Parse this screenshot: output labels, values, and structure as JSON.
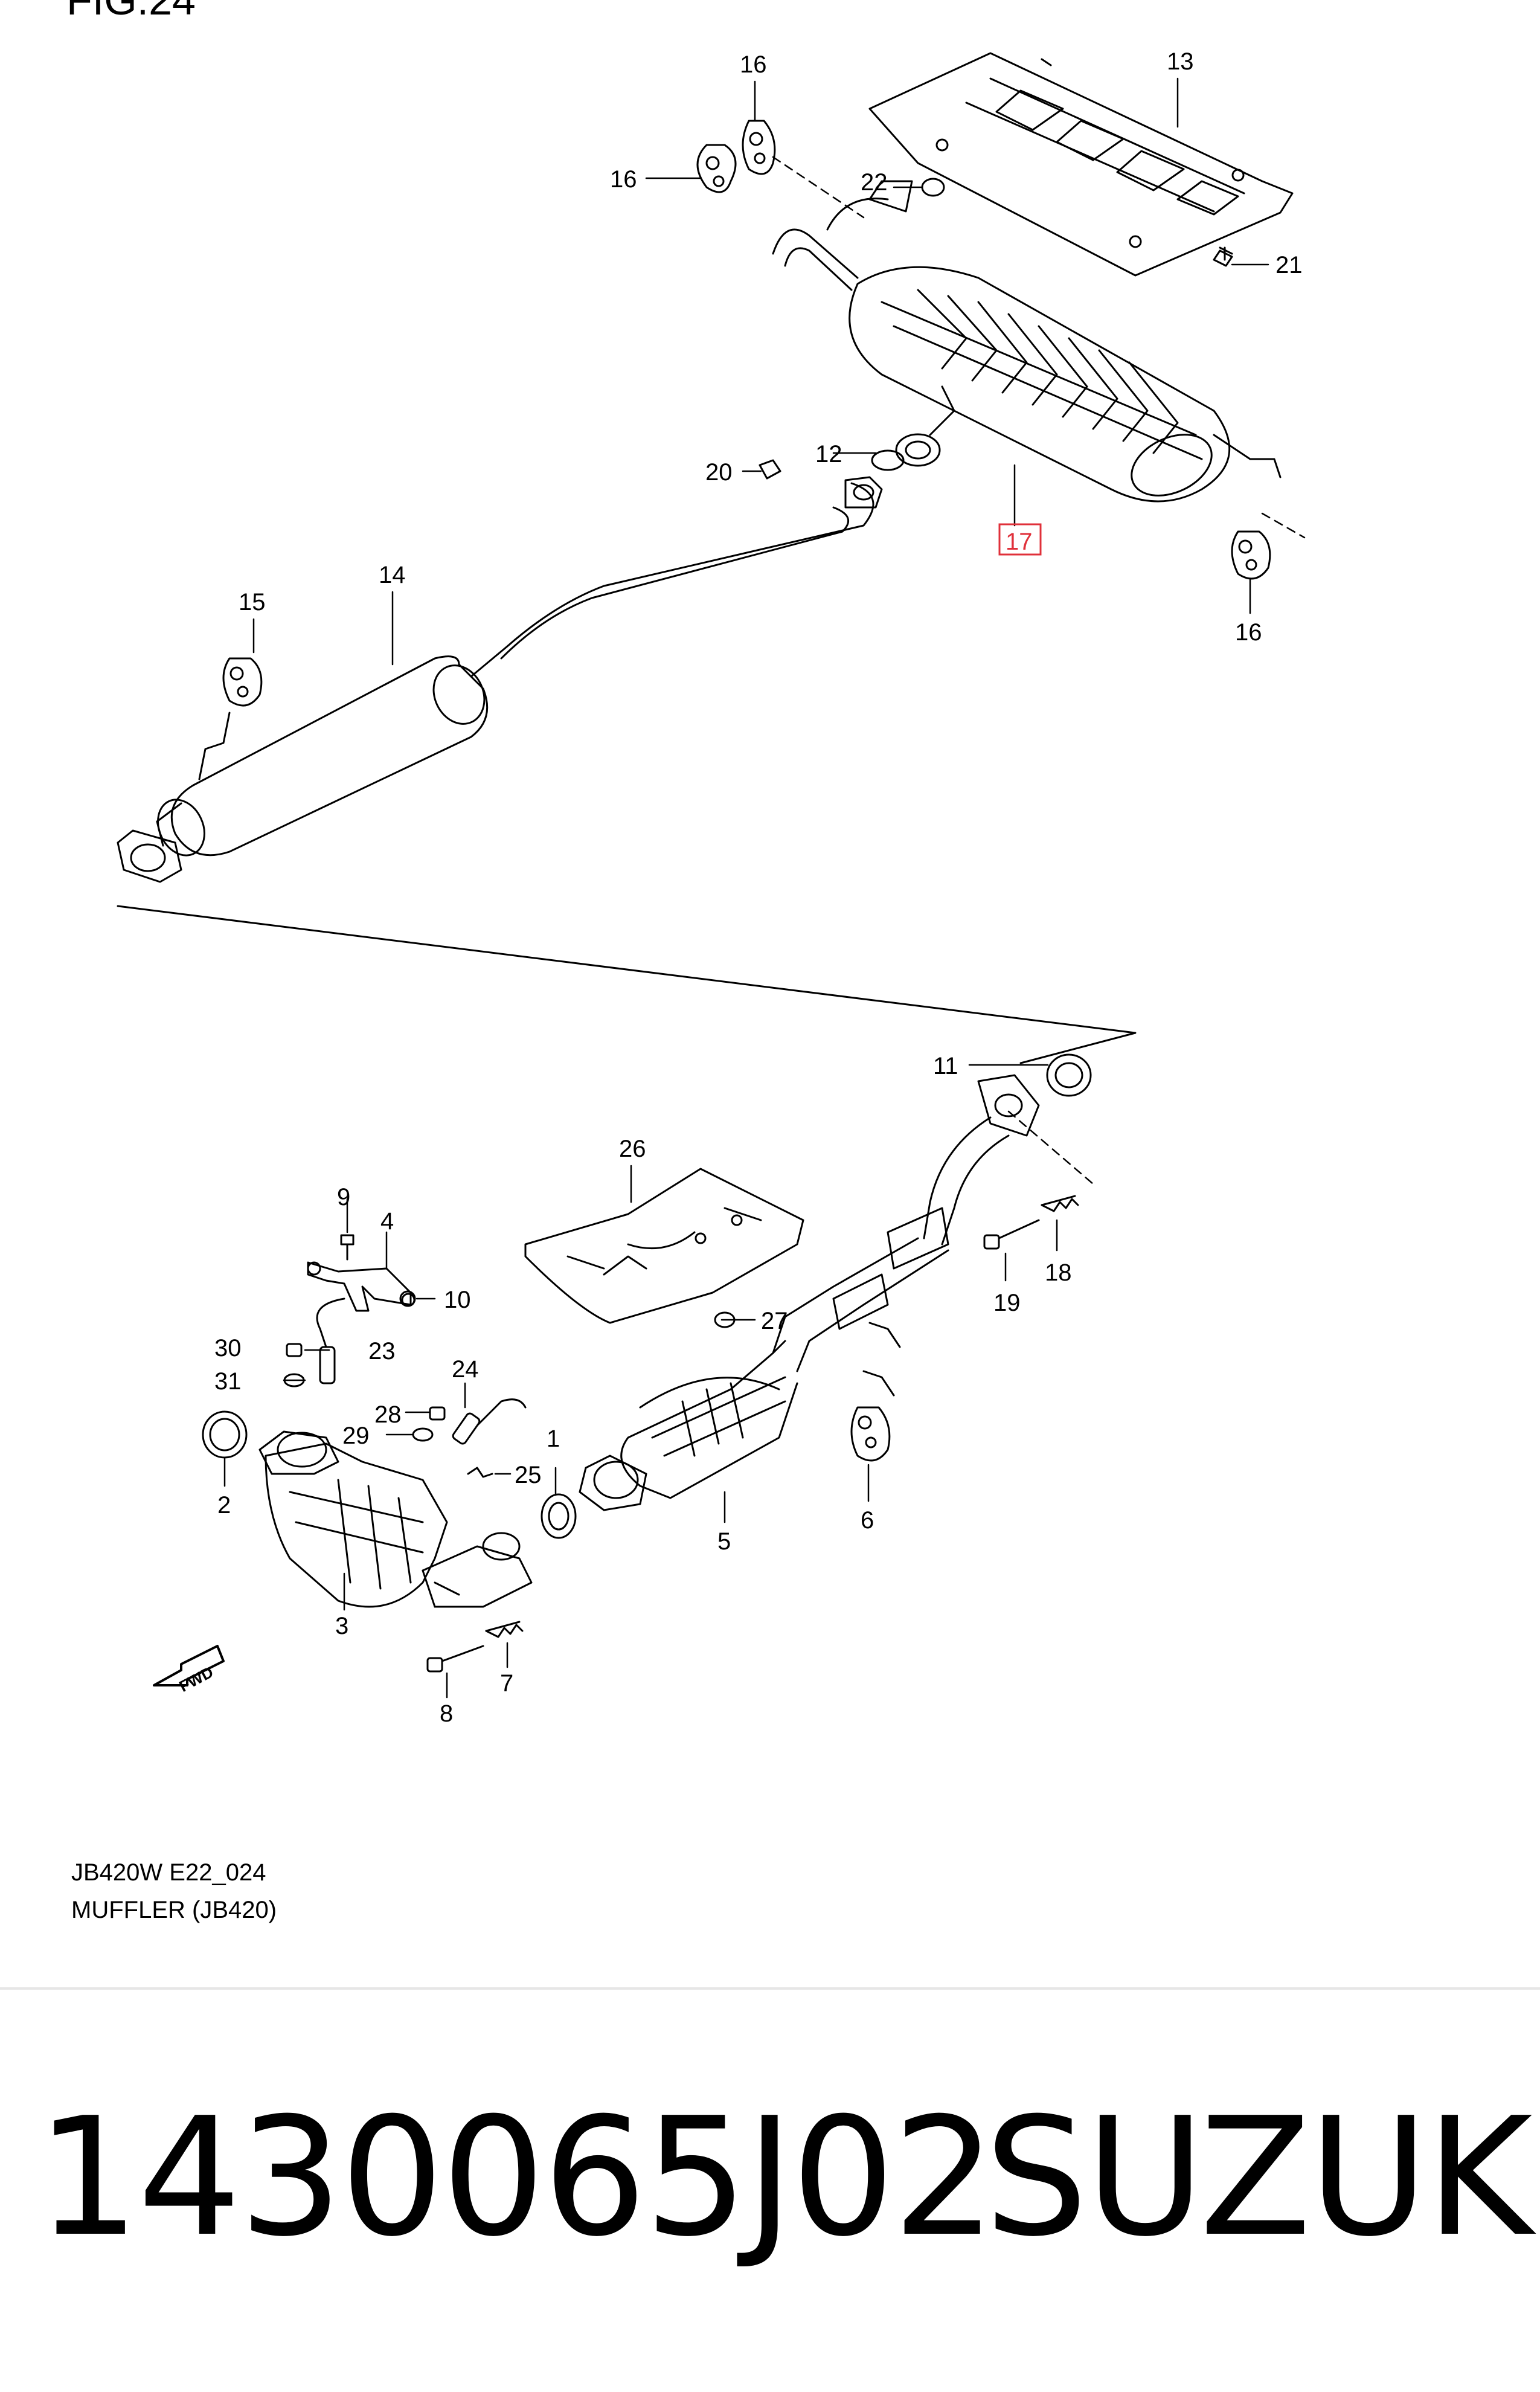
{
  "figure": {
    "title": "FIG.24",
    "code": "JB420W E22_024",
    "name": "MUFFLER (JB420)"
  },
  "callouts": {
    "c1": "1",
    "c2": "2",
    "c3": "3",
    "c4": "4",
    "c5": "5",
    "c6": "6",
    "c7": "7",
    "c8": "8",
    "c9": "9",
    "c10": "10",
    "c11": "11",
    "c12": "12",
    "c13": "13",
    "c14": "14",
    "c15": "15",
    "c16": "16",
    "c17": "17",
    "c18": "18",
    "c19": "19",
    "c20": "20",
    "c21": "21",
    "c22": "22",
    "c23": "23",
    "c24": "24",
    "c25": "25",
    "c26": "26",
    "c27": "27",
    "c28": "28",
    "c29": "29",
    "c30": "30",
    "c31": "31"
  },
  "fwd_label": "FWD",
  "highlight_color": "#e0303a",
  "footer": {
    "part_number": "1430065J02",
    "brand": "SUZUKI"
  }
}
